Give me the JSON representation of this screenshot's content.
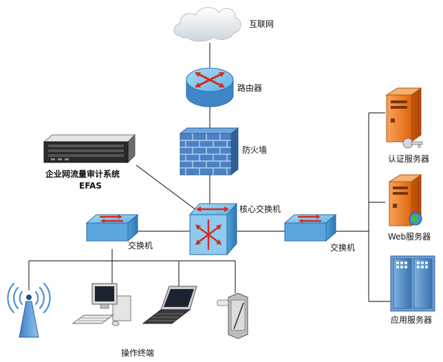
{
  "nodes": {
    "internet": {
      "label": "互联网",
      "icon": "cloud-icon"
    },
    "router": {
      "label": "路由器",
      "icon": "router-icon"
    },
    "firewall": {
      "label": "防火墙",
      "icon": "firewall-icon"
    },
    "audit_system": {
      "label": "企业网流量审计系统",
      "sublabel": "EFAS",
      "icon": "rack-server-icon"
    },
    "core_switch": {
      "label": "核心交换机",
      "icon": "core-switch-icon"
    },
    "left_switch": {
      "label": "交换机",
      "icon": "switch-icon"
    },
    "right_switch": {
      "label": "交换机",
      "icon": "switch-icon"
    },
    "auth_server": {
      "label": "认证服务器",
      "icon": "server-key-icon"
    },
    "web_server": {
      "label": "Web服务器",
      "icon": "server-globe-icon"
    },
    "app_server": {
      "label": "应用服务器",
      "icon": "server-blade-icon"
    },
    "terminals": {
      "label": "操作终端",
      "icons": [
        "wifi-antenna-icon",
        "desktop-computer-icon",
        "laptop-icon",
        "tablet-icon"
      ]
    }
  },
  "colors": {
    "cloud": "#dfe3e8",
    "blue_device": "#6fb8e6",
    "blue_device_dark": "#3d7fb8",
    "firewall": "#4a82c4",
    "arrow_red": "#d42a1e",
    "server_orange": "#f07a1c",
    "server_blue": "#5a8ec8",
    "line": "#333333"
  }
}
